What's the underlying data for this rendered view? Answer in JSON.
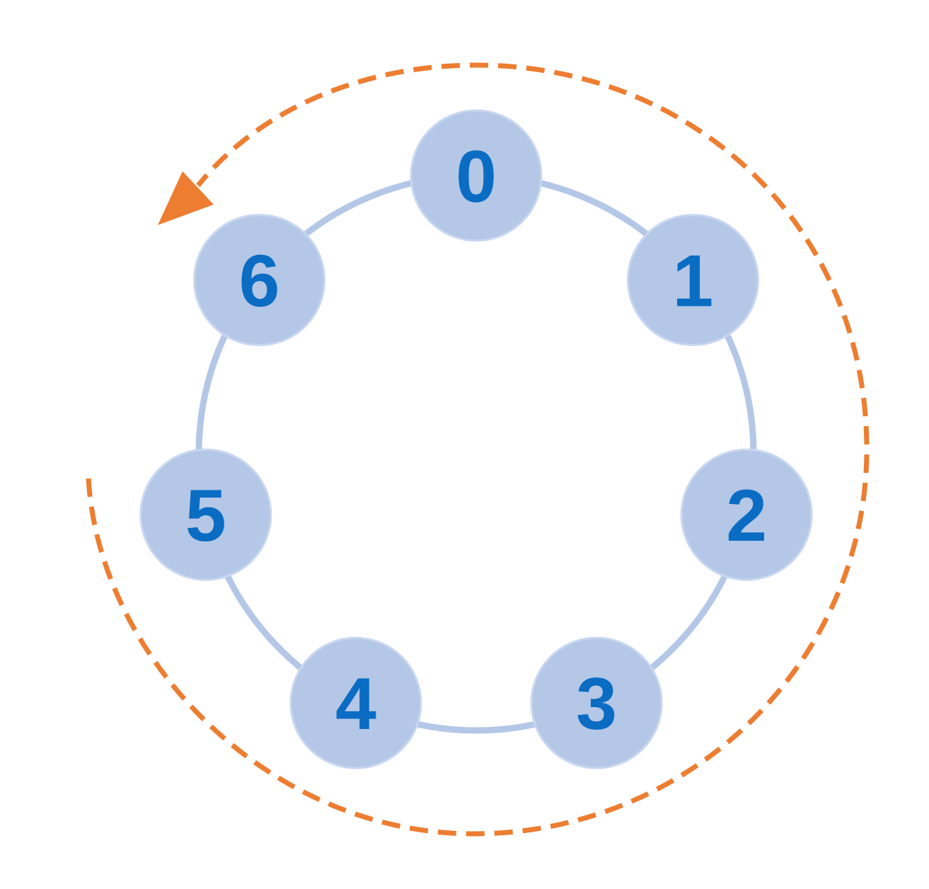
{
  "diagram": {
    "nodes": [
      {
        "label": "0"
      },
      {
        "label": "1"
      },
      {
        "label": "2"
      },
      {
        "label": "3"
      },
      {
        "label": "4"
      },
      {
        "label": "5"
      },
      {
        "label": "6"
      }
    ],
    "direction": "counter-clockwise",
    "colors": {
      "ring": "#b4c7e7",
      "node_fill": "#b4c7e7",
      "node_stroke": "#c9d7ef",
      "label": "#0a6cc2",
      "arrow": "#ed7d31"
    }
  }
}
